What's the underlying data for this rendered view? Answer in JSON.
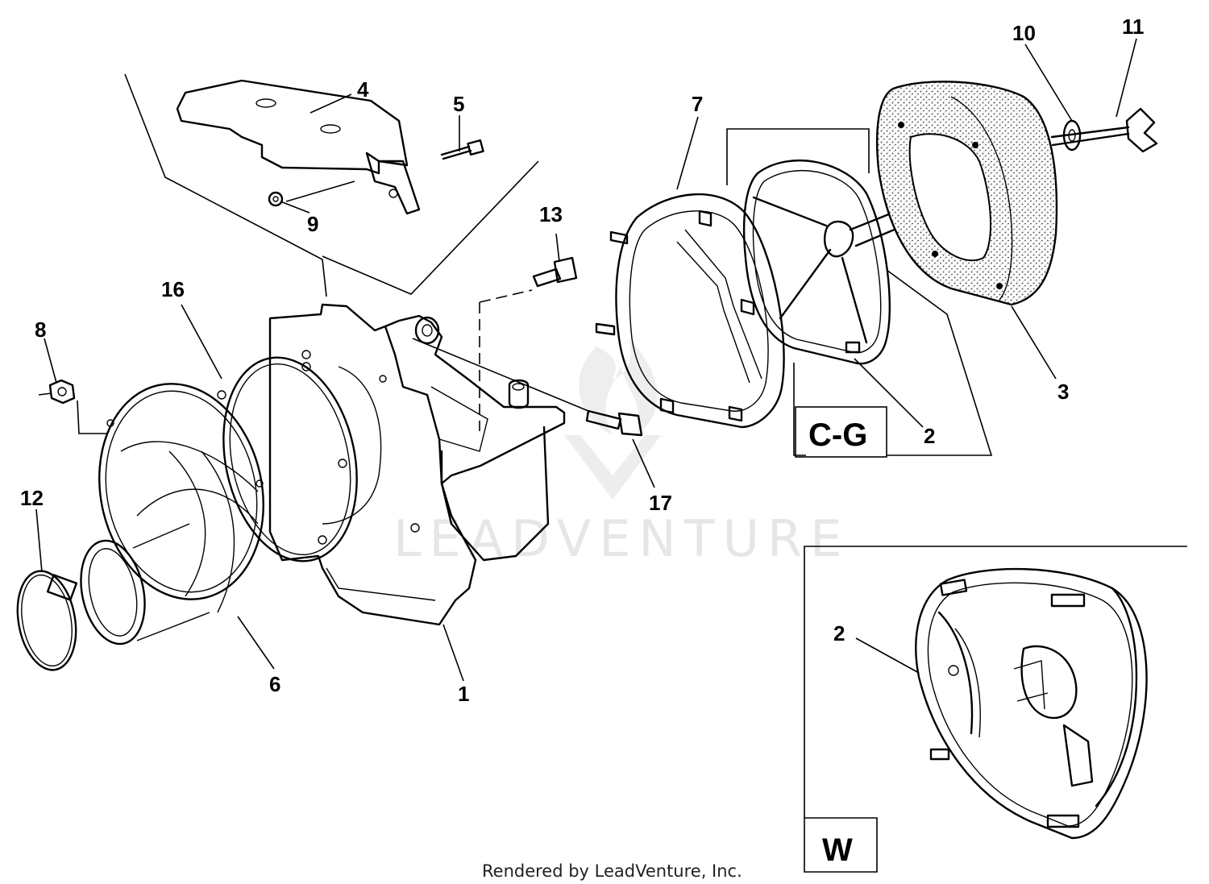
{
  "callouts": {
    "c1": "1",
    "c2a": "2",
    "c2b": "2",
    "c3": "3",
    "c4": "4",
    "c5": "5",
    "c6": "6",
    "c7": "7",
    "c8": "8",
    "c9": "9",
    "c10": "10",
    "c11": "11",
    "c12": "12",
    "c13": "13",
    "c16": "16",
    "c17": "17"
  },
  "boxes": {
    "cg": "C-G",
    "w": "W"
  },
  "watermark": "LEADVENTURE",
  "footer": "Rendered by LeadVenture, Inc.",
  "colors": {
    "line": "#000000",
    "foam": "#555555",
    "watermark": "#e6e6e6"
  }
}
